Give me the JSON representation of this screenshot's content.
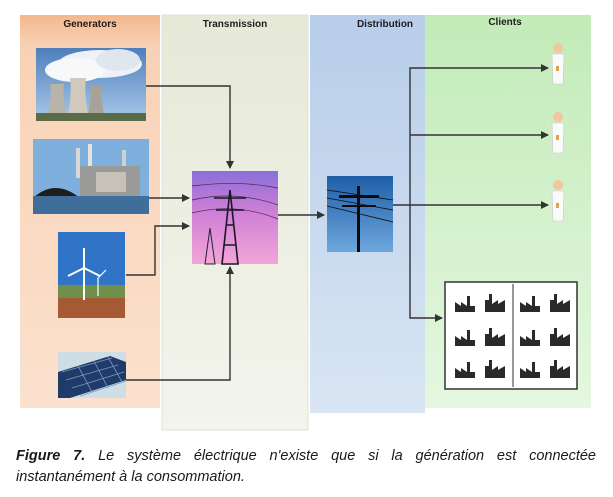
{
  "columns": {
    "generators": "Generators",
    "transmission": "Transmission",
    "distribution": "Distribution",
    "clients": "Clients"
  },
  "caption": {
    "label": "Figure 7.",
    "text": "Le système électrique n'existe que si la génération est connectée instantanément à la consommation."
  },
  "colors": {
    "generators_band": "#f6c9a7",
    "transmission_band": "#eef0e4",
    "distribution_band": "#c7d9ef",
    "clients_band": "#d5f1cd",
    "arrow": "#333333"
  },
  "icons": [
    "nuclear-plant-photo",
    "coal-plant-photo",
    "wind-turbine-photo",
    "solar-panel-photo",
    "transmission-tower-photo",
    "distribution-pole-photo",
    "person-icon",
    "factory-icon"
  ]
}
